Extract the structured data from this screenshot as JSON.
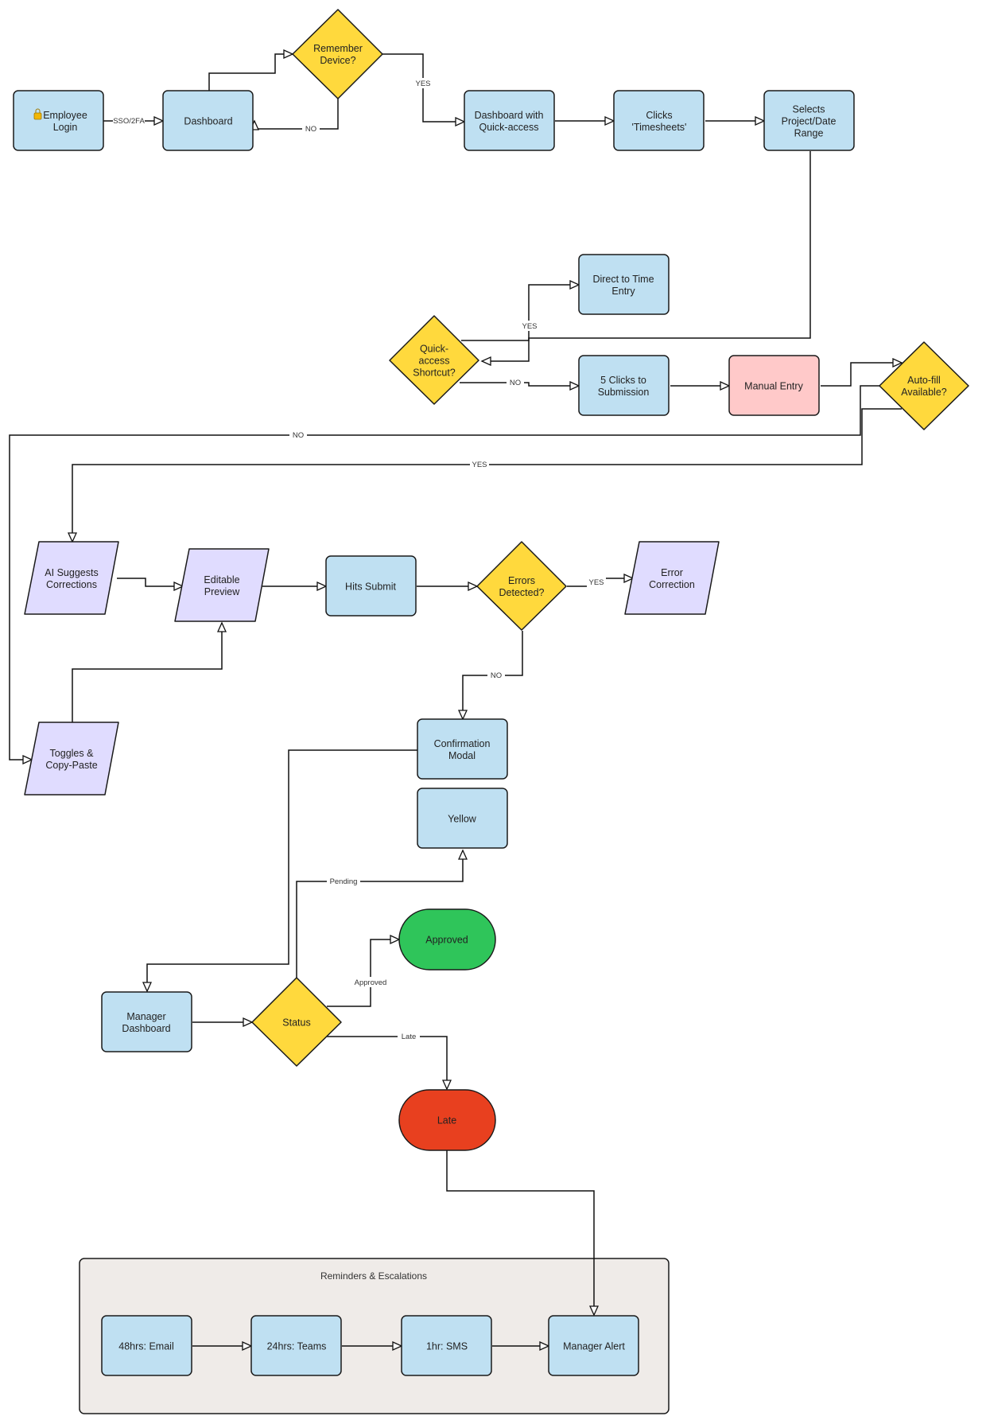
{
  "colors": {
    "process": "#bfe0f2",
    "decision": "#ffd93d",
    "io": "#e0dcff",
    "manual": "#ffc9c9",
    "approved": "#2fc55a",
    "late": "#e8401f",
    "group": "#efebe8",
    "stroke": "#1a1a1a"
  },
  "group": {
    "title": "Reminders & Escalations"
  },
  "nodes": {
    "employee_login": {
      "text": "Employee\nLogin",
      "icon": "lock-icon"
    },
    "dashboard": {
      "text": "Dashboard"
    },
    "remember_device": {
      "text": "Remember\nDevice?"
    },
    "dashboard_quick": {
      "text": "Dashboard with\nQuick-access"
    },
    "clicks_timesheets": {
      "text": "Clicks\n'Timesheets'"
    },
    "selects_project": {
      "text": "Selects\nProject/Date\nRange"
    },
    "direct_time_entry": {
      "text": "Direct to Time\nEntry"
    },
    "quick_access_shortcut": {
      "text": "Quick-\naccess\nShortcut?"
    },
    "five_clicks": {
      "text": "5 Clicks to\nSubmission"
    },
    "manual_entry": {
      "text": "Manual Entry"
    },
    "autofill": {
      "text": "Auto-fill\nAvailable?"
    },
    "ai_suggests": {
      "text": "AI Suggests\nCorrections"
    },
    "editable_preview": {
      "text": "Editable\nPreview"
    },
    "hits_submit": {
      "text": "Hits Submit"
    },
    "errors_detected": {
      "text": "Errors\nDetected?"
    },
    "error_correction": {
      "text": "Error\nCorrection"
    },
    "toggles": {
      "text": "Toggles &\nCopy-Paste"
    },
    "confirmation_modal": {
      "text": "Confirmation\nModal"
    },
    "yellow": {
      "text": "Yellow"
    },
    "approved": {
      "text": "Approved"
    },
    "manager_dashboard": {
      "text": "Manager\nDashboard"
    },
    "status": {
      "text": "Status"
    },
    "late": {
      "text": "Late"
    },
    "email48": {
      "text": "48hrs: Email"
    },
    "teams24": {
      "text": "24hrs: Teams"
    },
    "sms1": {
      "text": "1hr: SMS"
    },
    "manager_alert": {
      "text": "Manager Alert"
    }
  },
  "edge_labels": {
    "sso": "SSO/2FA",
    "remember_yes": "YES",
    "remember_no": "NO",
    "shortcut_yes": "YES",
    "shortcut_no": "NO",
    "autofill_no": "NO",
    "autofill_yes": "YES",
    "errors_yes": "YES",
    "errors_no": "NO",
    "pending": "Pending",
    "approved": "Approved",
    "late": "Late"
  }
}
